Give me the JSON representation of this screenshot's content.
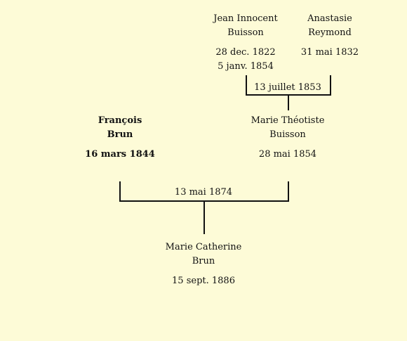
{
  "persons": {
    "grandfather": {
      "first_name": "Jean Innocent",
      "last_name": "Buisson",
      "birth": "28 dec. 1822",
      "death": "5 janv. 1854"
    },
    "grandmother": {
      "first_name": "Anastasie",
      "last_name": "Reymond",
      "birth": "31 mai 1832"
    },
    "father": {
      "first_name": "François",
      "last_name": "Brun",
      "birth": "16 mars 1844"
    },
    "mother": {
      "first_name": "Marie Théotiste",
      "last_name": "Buisson",
      "birth": "28 mai 1854"
    },
    "child": {
      "first_name": "Marie Catherine",
      "last_name": "Brun",
      "birth": "15 sept. 1886"
    }
  },
  "marriages": {
    "grandparents": "13 juillet 1853",
    "parents": "13 mai 1874"
  },
  "colors": {
    "background": "#fdfbd7",
    "line": "#111111"
  }
}
